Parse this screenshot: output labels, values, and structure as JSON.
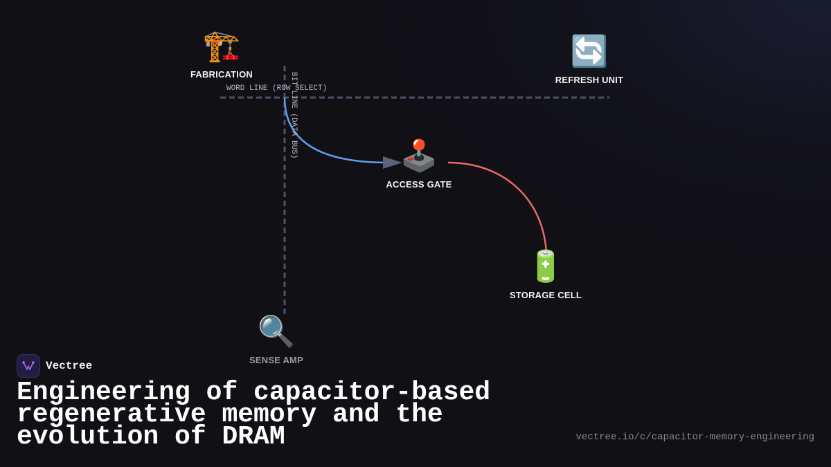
{
  "nodes": {
    "fabrication": {
      "icon": "construction-crane-icon",
      "emoji": "🏗️",
      "label": "FABRICATION"
    },
    "refresh_unit": {
      "icon": "refresh-arrows-icon",
      "emoji": "🔄",
      "label": "REFRESH UNIT"
    },
    "access_gate": {
      "icon": "joystick-icon",
      "emoji": "🕹️",
      "label": "ACCESS GATE"
    },
    "storage_cell": {
      "icon": "battery-icon",
      "emoji": "🔋",
      "label": "STORAGE CELL"
    },
    "sense_amp": {
      "icon": "magnifying-glass-icon",
      "emoji": "🔍",
      "label": "SENSE AMP"
    }
  },
  "lines": {
    "word_line": "WORD LINE (ROW SELECT)",
    "bit_line": "BIT LINE (DATA BUS)"
  },
  "colors": {
    "grid_line": "#4a5266",
    "edge_blue": "#5e9ef2",
    "edge_red": "#e86a6a",
    "arrow": "#5a6478"
  },
  "brand": {
    "name": "Vectree",
    "logo_icon": "vectree-logo-icon"
  },
  "title": "Engineering of capacitor-based regenerative memory and the evolution of DRAM",
  "url": "vectree.io/c/capacitor-memory-engineering"
}
